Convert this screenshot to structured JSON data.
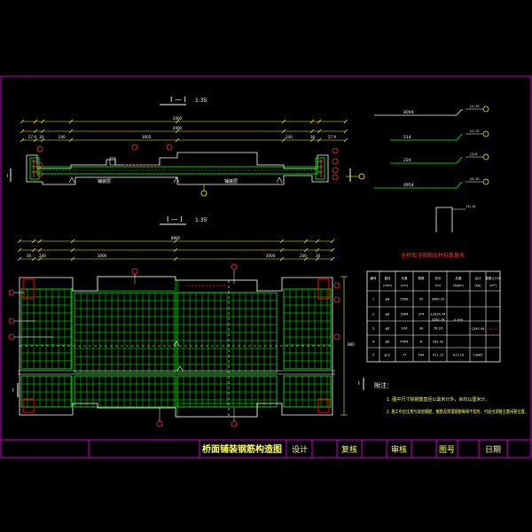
{
  "colors": {
    "background": "#000000",
    "frame": "#cc00cc",
    "rebar": "#00ff00",
    "outline": "#ffffff",
    "dimension": "#ffff00",
    "callout": "#ff3333",
    "title_text": "#ffff66",
    "accent_red": "#ff0000"
  },
  "section_view": {
    "title": "I — I",
    "scale": "1:35",
    "dims_top": [
      "2000",
      "2000"
    ],
    "dims_mid": [
      "27.9",
      "30",
      "240",
      "3005",
      "240",
      "30",
      "27.9"
    ],
    "labels": [
      "铺装层",
      "铺装层"
    ]
  },
  "plan_view": {
    "title": "I — I",
    "scale": "1:35",
    "dims_top": [
      "8800"
    ],
    "dims_mid": [
      "30",
      "240",
      "2000",
      "2000",
      "240",
      "30"
    ],
    "side_dim": "880",
    "cut_mark": "I"
  },
  "rebar_details": {
    "items": [
      {
        "length": "8004",
        "dims": [
          "(1)",
          "10"
        ]
      },
      {
        "length": "514",
        "dims": [
          "(2)",
          "10"
        ]
      },
      {
        "length": "224",
        "dims": [
          "(3)",
          "8"
        ]
      },
      {
        "length": "4954",
        "dims": [
          "(4)",
          "10"
        ]
      },
      {
        "length": "",
        "dims": [
          "(5)",
          "15"
        ]
      }
    ]
  },
  "material_table": {
    "title": "全桥现浇钢筋层材料数量表",
    "headers": [
      "编号",
      "直径\n(mm)",
      "长度\n(cm)",
      "根数",
      "总长\n(m)",
      "总重\n(kg/m)",
      "合计\n(kg)",
      "混凝土C40\n(m³)"
    ],
    "rows": [
      [
        "1",
        "φ8",
        "5564",
        "55",
        "3060.20"
      ],
      [
        "2",
        "φ8",
        "3564",
        "374",
        "13330.74"
      ],
      [
        "3",
        "φ8",
        "224",
        "34",
        "76.16"
      ],
      [
        "4",
        "φ8",
        "4904",
        "8",
        "392.32"
      ],
      [
        "5",
        "φ12",
        "77",
        "544",
        "411.15",
        "411.15",
        "13085"
      ]
    ],
    "merged": [
      "3280.78",
      "0.395",
      "1295.95",
      "16.24"
    ]
  },
  "notes": {
    "heading": "附注：",
    "lines": [
      "1. 图中尺寸除钢筋直径以毫米计外，余均以厘米计。",
      "2. 施工中应注意与其他钢筋，箍筋及预埋钢筋等相干扰时，可适当调整主筋间距位置。"
    ]
  },
  "title_block": {
    "drawing_title": "桥面铺装钢筋构造图",
    "design": "设计",
    "check": "复核",
    "review": "审核",
    "drawing_no": "图号",
    "date": "日期"
  }
}
